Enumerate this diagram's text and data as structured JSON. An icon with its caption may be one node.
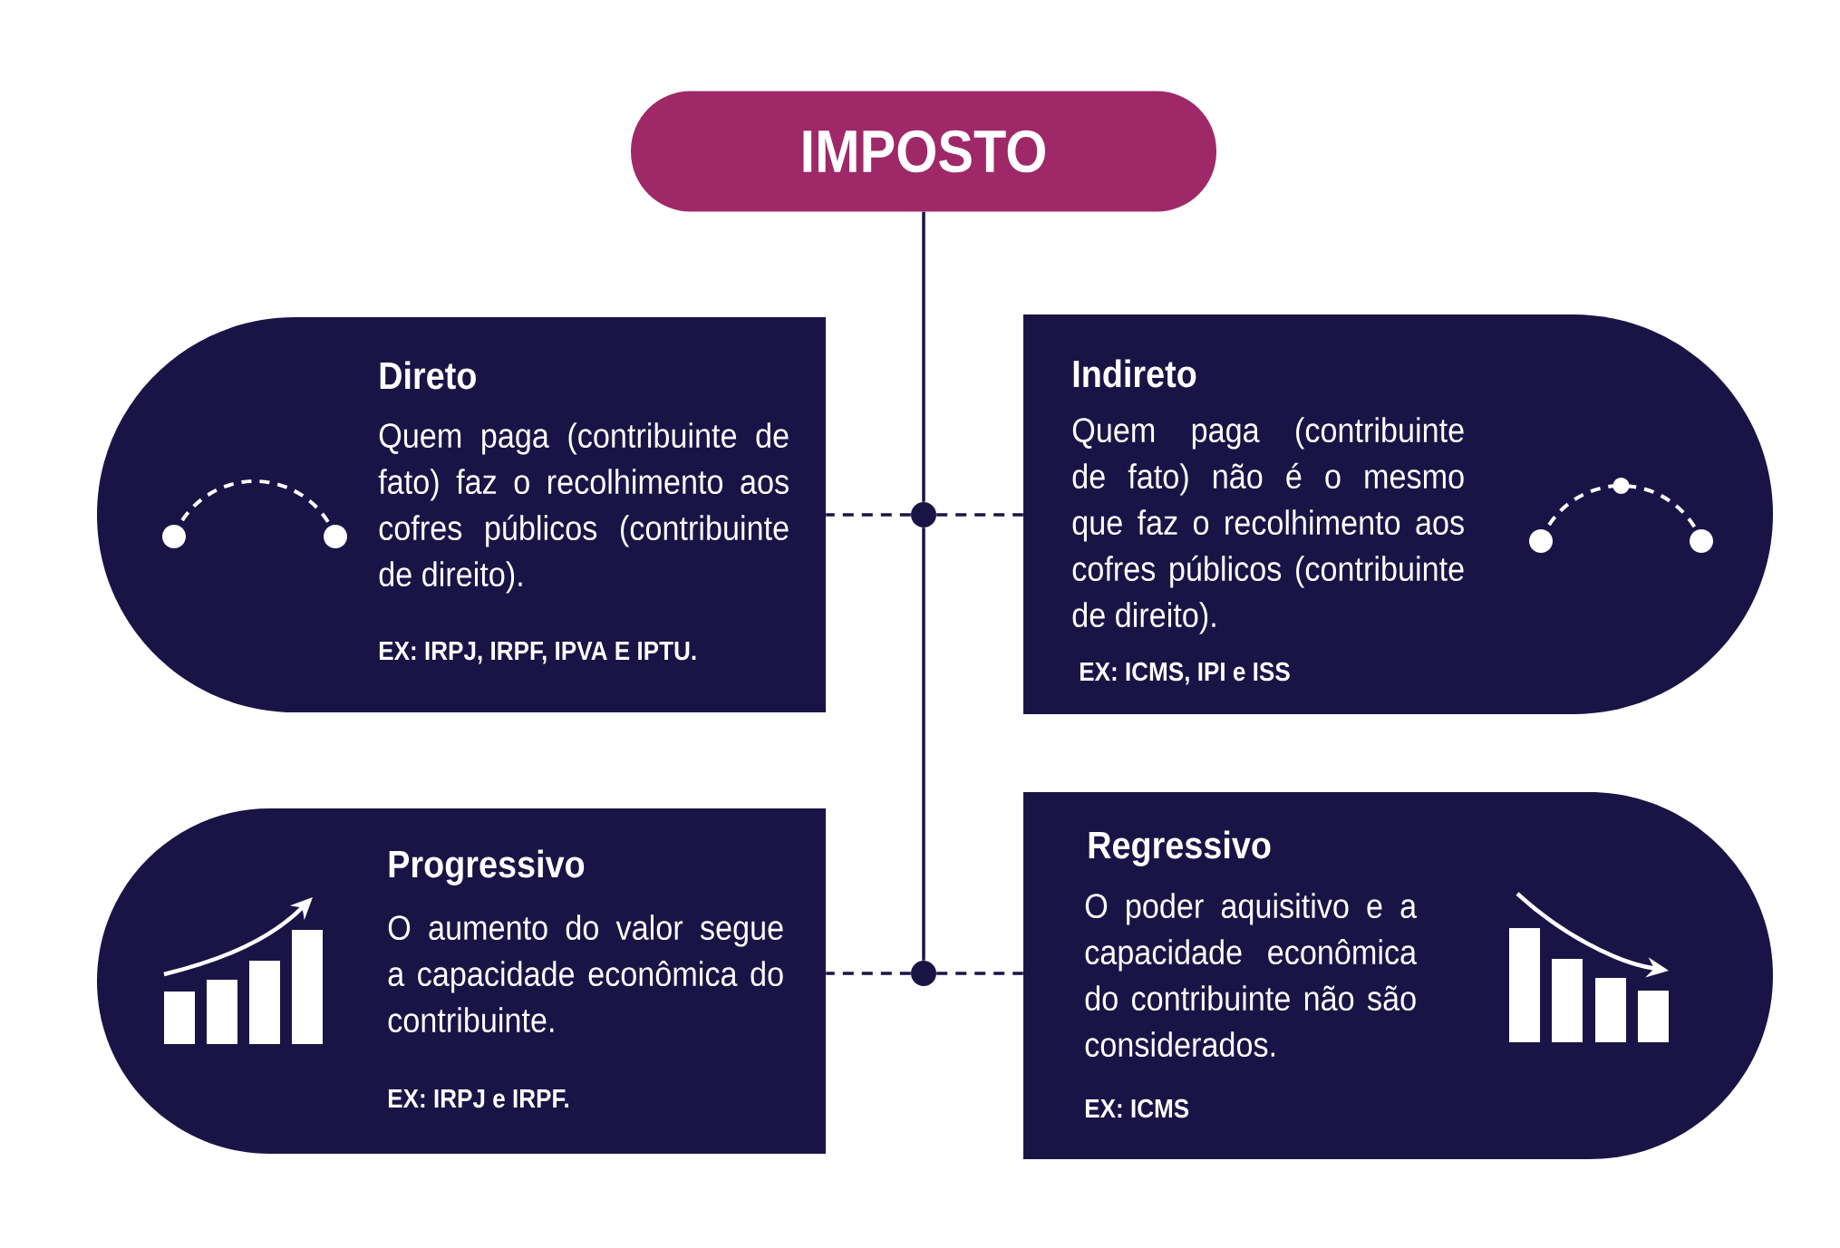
{
  "diagram": {
    "nodes": [
      {
        "text": [
          "IMPOSTO"
        ]
      },
      {
        "text": [
          "Direto",
          "Quem paga (contribuinte de fato) faz o recolhimento aos cofres públicos (contribuinte de direito).",
          "EX: IRPJ, IRPF, IPVA E IPTU."
        ]
      },
      {
        "text": [],
        "shape": "circle"
      },
      {
        "text": [
          "Indireto",
          "Quem paga (contribuinte de fato) não é o mesmo que faz o recolhimento aos cofres públicos (contribuinte de direito).",
          "EX: ICMS, IPI e ISS"
        ]
      },
      {
        "text": [
          "Progressivo",
          "O aumento do valor segue a capacidade econômica do contribuinte.",
          "EX: IRPJ e IRPF."
        ]
      },
      {
        "text": [],
        "shape": "circle"
      },
      {
        "text": [
          "Regressivo",
          "O poder aquisitivo e a capacidade econômica do contribuinte não são considerados.",
          "EX: ICMS"
        ]
      }
    ],
    "edges": [
      {
        "from": 0,
        "to": 2,
        "arrow": "none"
      },
      {
        "from": 2,
        "to": 1,
        "arrow": "none",
        "style": "dashed"
      },
      {
        "from": 2,
        "to": 3,
        "arrow": "none",
        "style": "dashed"
      },
      {
        "from": 2,
        "to": 5,
        "arrow": "none"
      },
      {
        "from": 5,
        "to": 4,
        "arrow": "none",
        "style": "dashed"
      },
      {
        "from": 5,
        "to": 6,
        "arrow": "none",
        "style": "dashed"
      }
    ]
  }
}
